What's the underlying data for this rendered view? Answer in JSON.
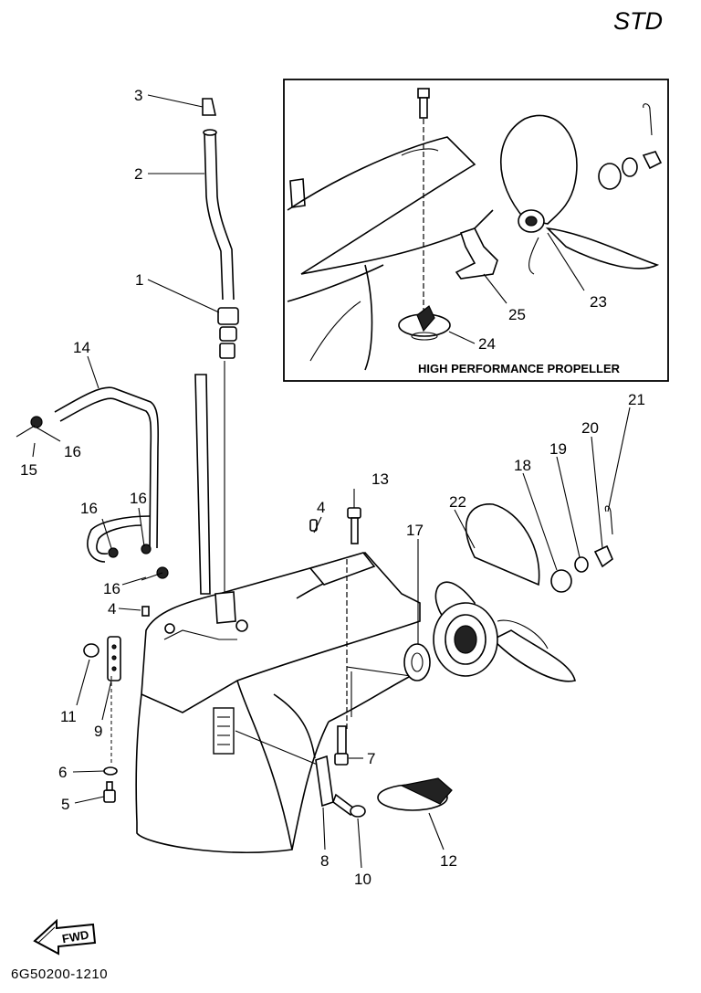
{
  "header": {
    "version_label": "STD"
  },
  "footer": {
    "part_number": "6G50200-1210"
  },
  "inset": {
    "title": "HIGH PERFORMANCE PROPELLER"
  },
  "fwd_label": "FWD",
  "callouts": [
    "3",
    "2",
    "1",
    "14",
    "16",
    "15",
    "16",
    "16",
    "16",
    "4",
    "4",
    "11",
    "9",
    "6",
    "5",
    "13",
    "17",
    "22",
    "18",
    "19",
    "20",
    "21",
    "7",
    "8",
    "10",
    "12",
    "23",
    "25",
    "24"
  ]
}
